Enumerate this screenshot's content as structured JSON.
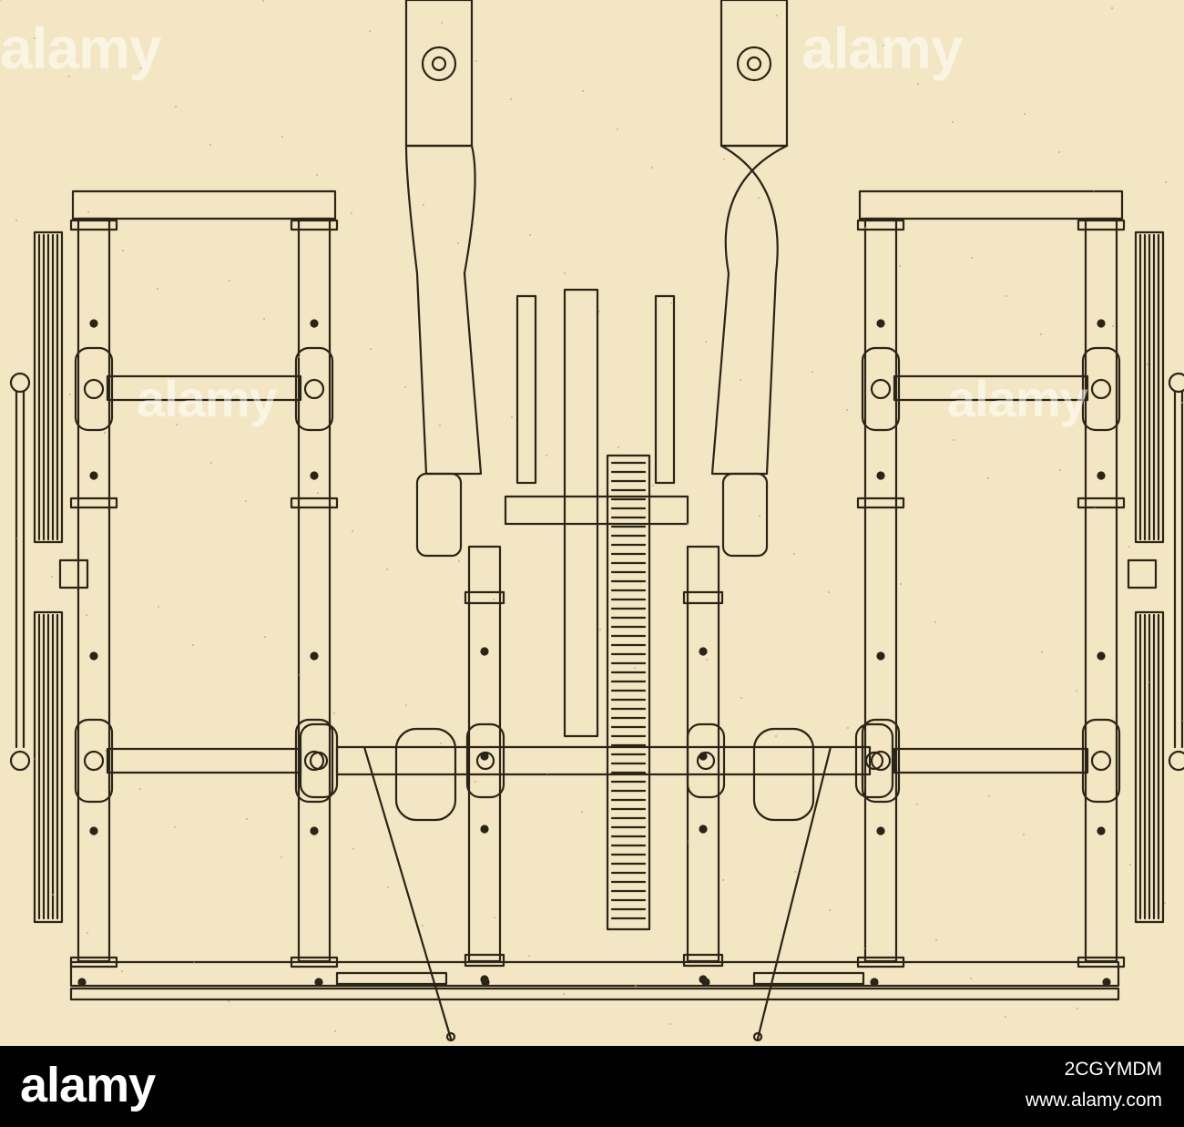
{
  "watermark": {
    "text": "alamy"
  },
  "footer": {
    "logo": "alamy",
    "image_id": "2CGYMDM",
    "url": "www.alamy.com",
    "background": "#000000",
    "text_color": "#ffffff"
  },
  "colors": {
    "paper": "#f3e6c2",
    "ink": "#2b2418"
  }
}
